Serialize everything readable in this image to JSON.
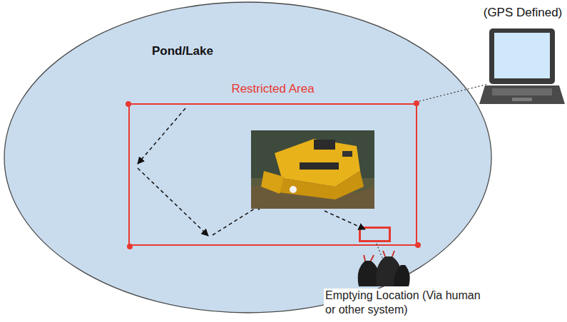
{
  "diagram": {
    "nodes": [
      {
        "text": [
          "Pond/Lake"
        ]
      },
      {
        "text": [
          "Restricted Area"
        ],
        "in": 0
      },
      {
        "text": [
          "Emptying Location (Via human or other system)"
        ],
        "in": 1
      }
    ],
    "labels": [
      "(GPS Defined)"
    ]
  }
}
